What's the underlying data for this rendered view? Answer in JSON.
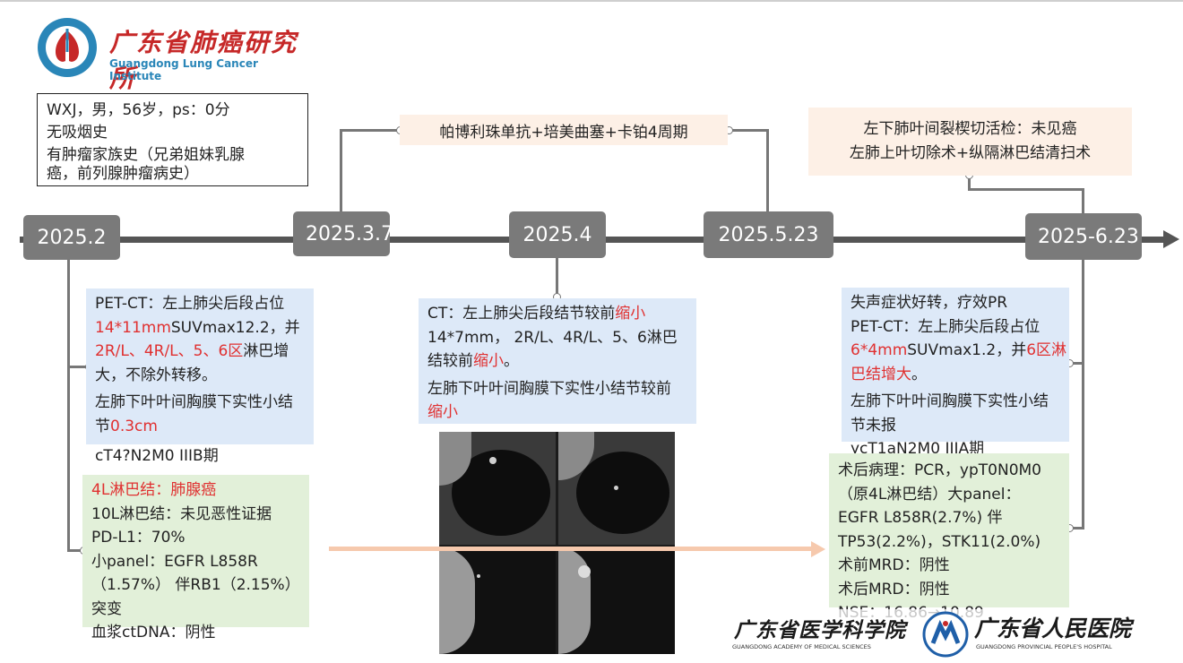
{
  "header": {
    "logo_text_cn": "广东省肺癌研究所",
    "logo_text_en": "Guangdong Lung Cancer Institute"
  },
  "patient": {
    "lines": [
      "WXJ，男，56岁，ps：0分",
      "无吸烟史",
      "有肿瘤家族史（兄弟姐妹乳腺",
      "癌，前列腺肿瘤病史）"
    ]
  },
  "timeline": {
    "dates": [
      "2025.2",
      "2025.3.7",
      "2025.4",
      "2025.5.23",
      "2025-6.23"
    ]
  },
  "treatment": {
    "label": "帕博利珠单抗+培美曲塞+卡铂4周期"
  },
  "surgery": {
    "line1": "左下肺叶间裂楔切活检：未见癌",
    "line2": "左肺上叶切除术+纵隔淋巴结清扫术"
  },
  "feb_petct": {
    "l1": "PET-CT：左上肺尖后段占位",
    "l2a": "14*11mm",
    "l2b": "SUVmax12.2，并",
    "l3a": "2R/L、4R/L、5、6区",
    "l3b": "淋巴增",
    "l4": "大，不除外转移。",
    "l5": "左肺下叶叶间胸膜下实性小结",
    "l6a": "节",
    "l6b": "0.3cm",
    "l7": "cT4?N2M0 IIIB期"
  },
  "feb_pathology": {
    "l1": "4L淋巴结：肺腺癌",
    "l2": "10L淋巴结：未见恶性证据",
    "l3": "PD-L1：70%",
    "l4": "小panel：EGFR L858R",
    "l5": "（1.57%） 伴RB1（2.15%）",
    "l6": "突变",
    "l7": "血浆ctDNA：阴性"
  },
  "apr_ct": {
    "l1a": "CT：左上肺尖后段结节较前",
    "l1b": "缩小",
    "l2": "14*7mm， 2R/L、4R/L、5、6淋巴",
    "l3a": "结较前",
    "l3b": "缩小",
    "l3c": "。",
    "l4": "左肺下叶叶间胸膜下实性小结节较前",
    "l5": "缩小"
  },
  "jun_petct": {
    "l1": "失声症状好转，疗效PR",
    "l2": "PET-CT：左上肺尖后段占位",
    "l3a": "6*4mm",
    "l3b": "SUVmax1.2，并",
    "l3c": "6区淋",
    "l4": "巴结增大",
    "l4b": "。",
    "l5": "左肺下叶叶间胸膜下实性小结",
    "l6": "节未报",
    "l7": "ycT1aN2M0 IIIA期"
  },
  "jun_pathology": {
    "l1": "术后病理：PCR，ypT0N0M0",
    "l2": "（原4L淋巴结）大panel：",
    "l3": "EGFR L858R(2.7%) 伴",
    "l4": "TP53(2.2%)，STK11(2.0%)",
    "l5": "术前MRD：阴性",
    "l6": "术后MRD：阴性",
    "l7": "NSE：16.86→10.89"
  },
  "footer": {
    "academy_cn": "广东省医学科学院",
    "academy_en": "GUANGDONG ACADEMY OF MEDICAL SCIENCES",
    "hospital_cn": "广东省人民医院",
    "hospital_en": "GUANGDONG PROVINCIAL PEOPLE'S HOSPITAL"
  },
  "colors": {
    "highlight_red": "#e03030",
    "blue_panel": "#dde9f8",
    "green_panel": "#e2f0d9",
    "peach_panel": "#fdf0e6",
    "date_box": "#7a7a7a"
  }
}
